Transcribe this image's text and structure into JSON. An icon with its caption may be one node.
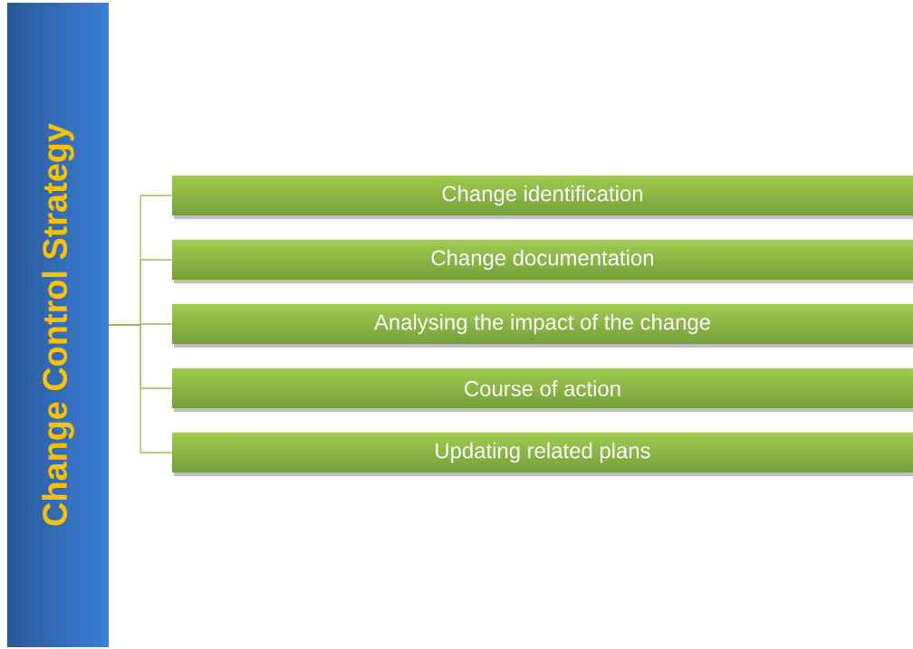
{
  "diagram": {
    "nodes": [
      {
        "text": [
          "Change Control Strategy"
        ]
      },
      {
        "text": [
          "Change identification"
        ]
      },
      {
        "text": [
          "Change documentation"
        ]
      },
      {
        "text": [
          "Analysing the impact of the change"
        ]
      },
      {
        "text": [
          "Course of action"
        ]
      },
      {
        "text": [
          "Updating related plans"
        ]
      }
    ],
    "edges": [
      {
        "from": 0,
        "to": 1,
        "arrow": "none"
      },
      {
        "from": 0,
        "to": 2,
        "arrow": "none"
      },
      {
        "from": 0,
        "to": 3,
        "arrow": "none"
      },
      {
        "from": 0,
        "to": 4,
        "arrow": "none"
      },
      {
        "from": 0,
        "to": 5,
        "arrow": "none"
      }
    ]
  }
}
